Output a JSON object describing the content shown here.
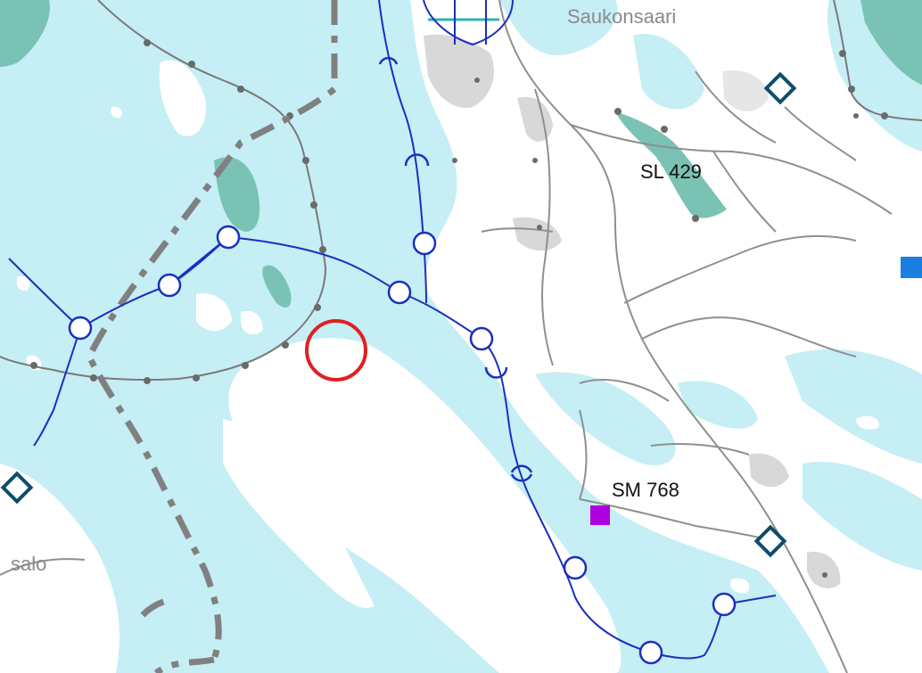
{
  "map": {
    "colors": {
      "water": "#c5eef5",
      "land": "#ffffff",
      "protected_area": "#7ac2b4",
      "built_area": "#d8d8d8",
      "power_line": "#1b2fbf",
      "boundary": "#808080",
      "road": "#8f8f8f",
      "highlight_circle": "#e02020",
      "station_marker": "#0e4d6b",
      "purple_marker": "#b000e0",
      "blue_marker": "#1a7fe0",
      "teal_line": "#30b0b8"
    },
    "labels": {
      "place_saukonsaari": "Saukonsaari",
      "place_salo": "salo",
      "area_sl_429": "SL 429",
      "area_sm_768": "SM 768"
    },
    "markers": [
      {
        "type": "highlight-circle",
        "color": "red"
      },
      {
        "type": "square-purple"
      },
      {
        "type": "square-blue"
      },
      {
        "type": "diamond-outline"
      }
    ]
  }
}
